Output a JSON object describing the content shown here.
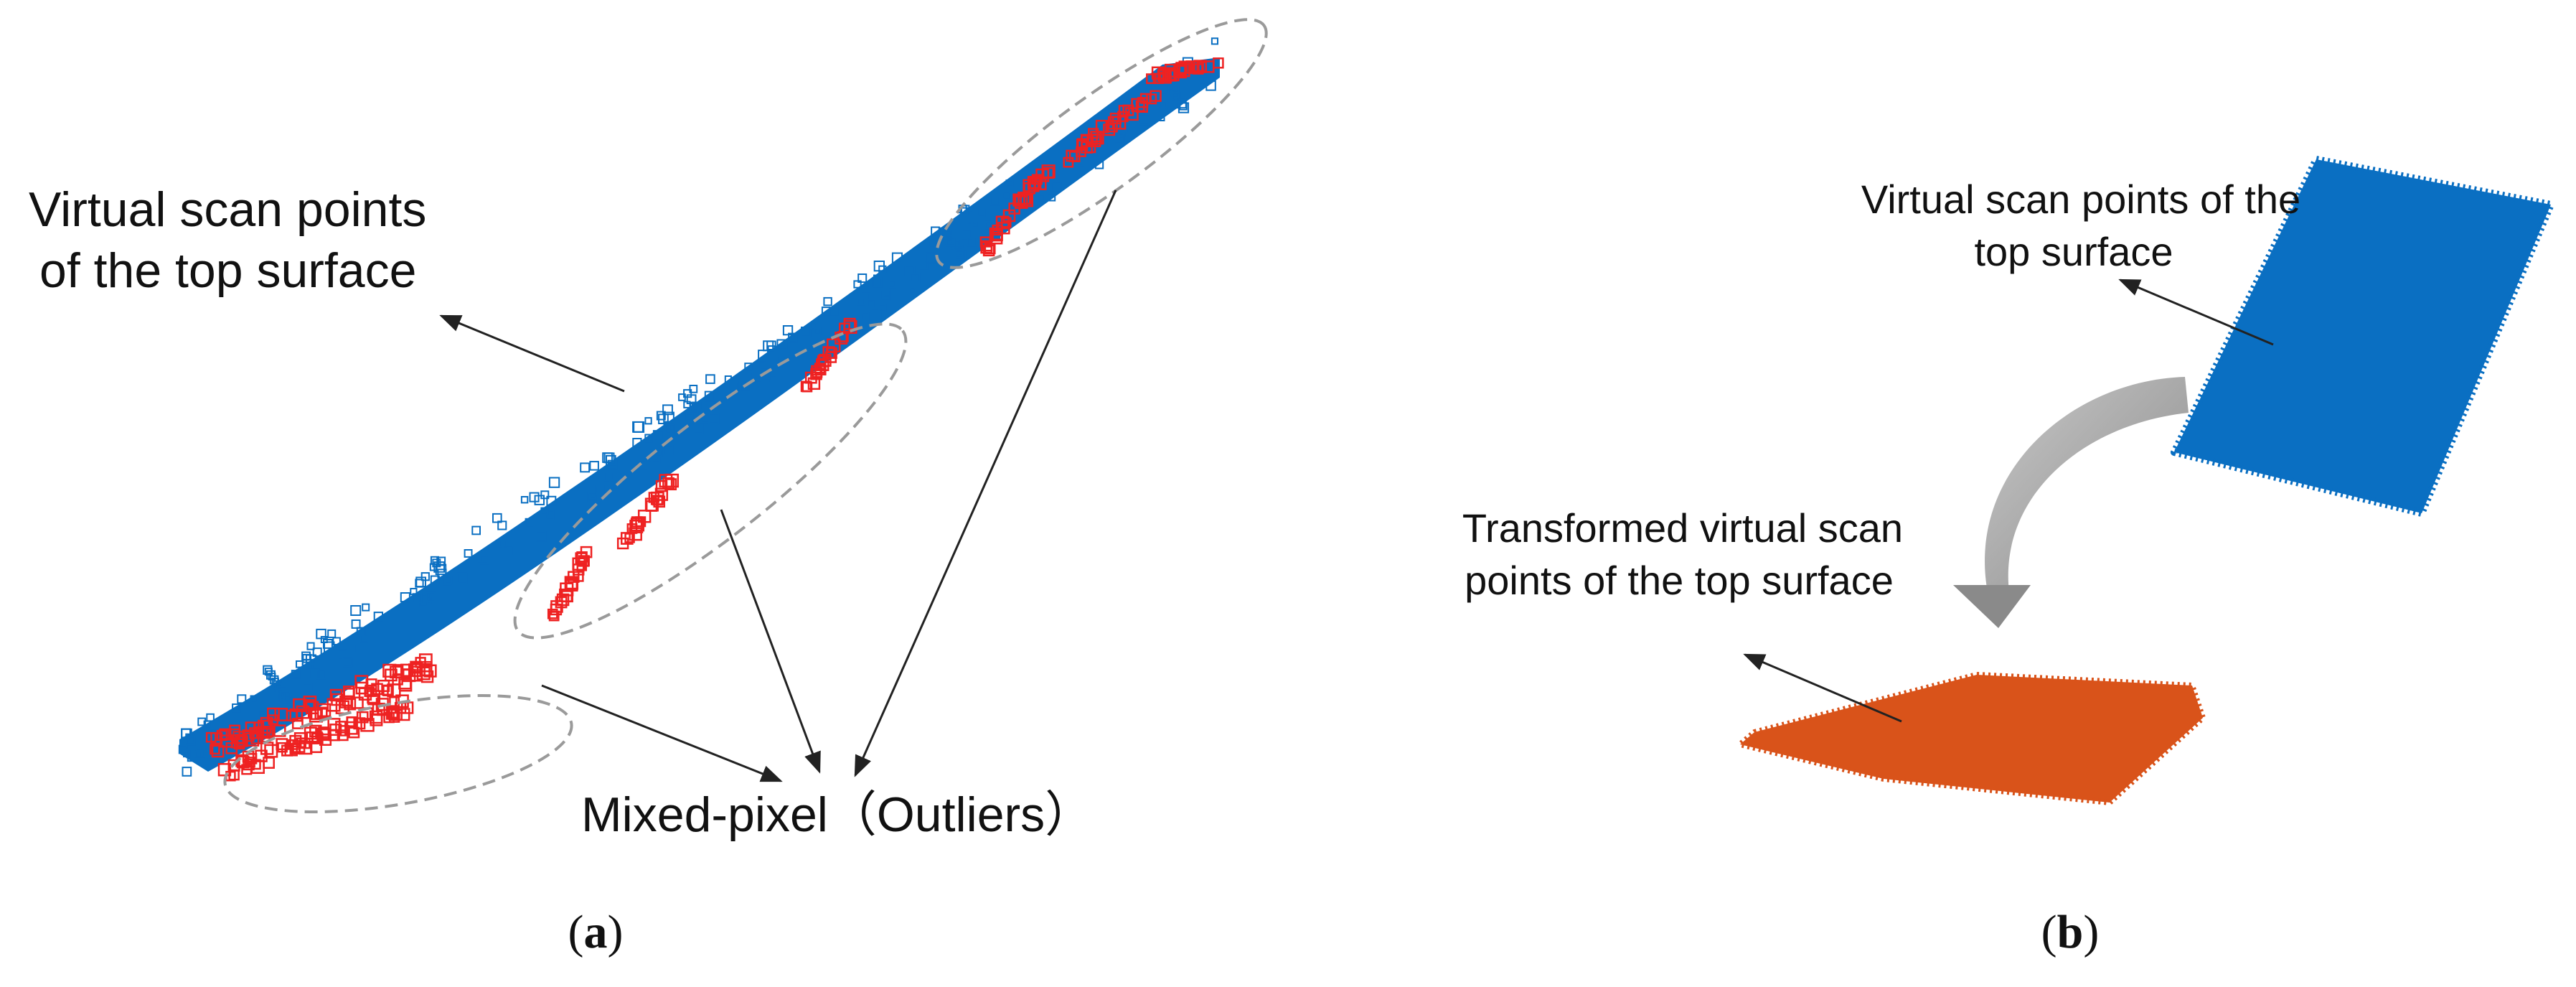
{
  "panel_a": {
    "label_top_surface_line1": "Virtual scan points",
    "label_top_surface_line2": "of the top surface",
    "label_mixed_pixel": "Mixed-pixel（Outliers）",
    "caption_open": "(",
    "caption_letter": "a",
    "caption_close": ")",
    "colors": {
      "scan_points": "#0a6fc2",
      "outliers": "#ee2222",
      "ellipse": "#9a9a9a",
      "arrow": "#333333"
    }
  },
  "panel_b": {
    "label_top_surface_line1": "Virtual scan points of the",
    "label_top_surface_line2": "top surface",
    "label_transformed_line1": "Transformed virtual scan",
    "label_transformed_line2": "points of the top surface",
    "caption_open": "(",
    "caption_letter": "b",
    "caption_close": ")",
    "colors": {
      "scan_points": "#0a6fc2",
      "transformed_points": "#d9531a",
      "curved_arrow": "#9a9a9a",
      "arrow": "#333333"
    }
  }
}
